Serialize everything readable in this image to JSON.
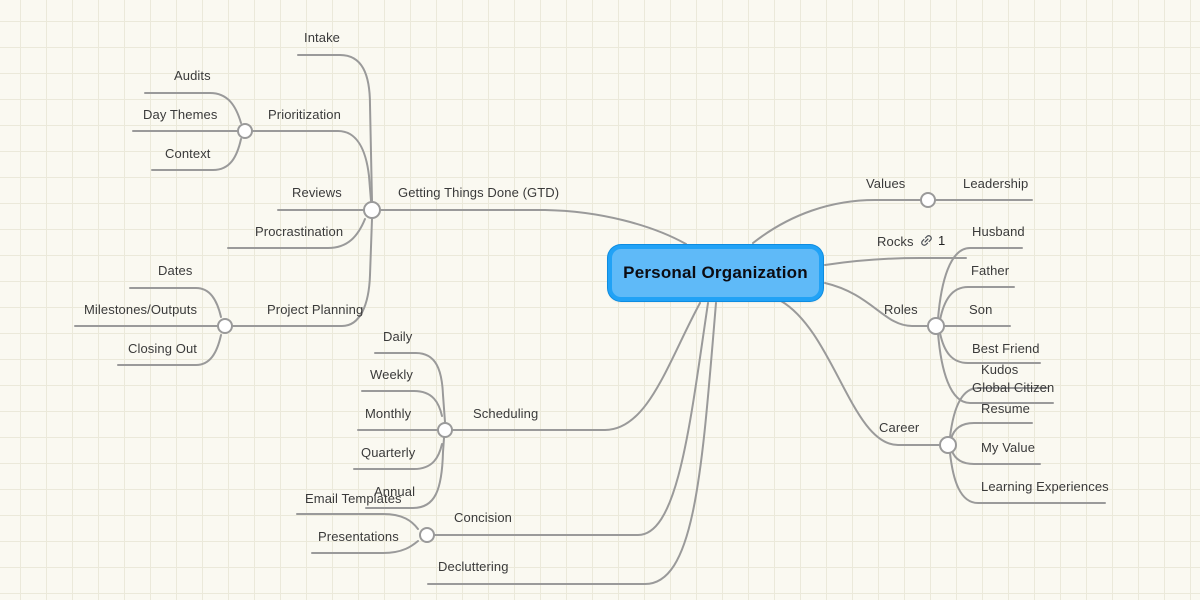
{
  "app": {
    "view_title": "Mind map canvas"
  },
  "colors": {
    "canvas_background": "#faf9f1",
    "grid_line": "#ebe9da",
    "edge": "#9a9a9a",
    "root_fill": "#5fbaf8",
    "root_border": "#21a2f6",
    "label_text": "#3a3a3a"
  },
  "root": {
    "label": "Personal Organization"
  },
  "branches": [
    {
      "label": "Getting Things Done (GTD)",
      "children": [
        {
          "label": "Intake"
        },
        {
          "label": "Prioritization",
          "children": [
            {
              "label": "Audits"
            },
            {
              "label": "Day Themes"
            },
            {
              "label": "Context"
            }
          ]
        },
        {
          "label": "Reviews"
        },
        {
          "label": "Procrastination"
        },
        {
          "label": "Project Planning",
          "children": [
            {
              "label": "Dates"
            },
            {
              "label": "Milestones/Outputs"
            },
            {
              "label": "Closing Out"
            }
          ]
        }
      ]
    },
    {
      "label": "Scheduling",
      "children": [
        {
          "label": "Daily"
        },
        {
          "label": "Weekly"
        },
        {
          "label": "Monthly"
        },
        {
          "label": "Quarterly"
        },
        {
          "label": "Annual"
        }
      ]
    },
    {
      "label": "Concision",
      "children": [
        {
          "label": "Email Templates"
        },
        {
          "label": "Presentations"
        }
      ]
    },
    {
      "label": "Decluttering"
    },
    {
      "label": "Values",
      "children": [
        {
          "label": "Leadership"
        }
      ]
    },
    {
      "label": "Rocks",
      "link_count": "1"
    },
    {
      "label": "Roles",
      "children": [
        {
          "label": "Husband"
        },
        {
          "label": "Father"
        },
        {
          "label": "Son"
        },
        {
          "label": "Best Friend"
        },
        {
          "label": "Global Citizen"
        }
      ]
    },
    {
      "label": "Career",
      "children": [
        {
          "label": "Kudos"
        },
        {
          "label": "Resume"
        },
        {
          "label": "My Value"
        },
        {
          "label": "Learning Experiences"
        }
      ]
    }
  ]
}
